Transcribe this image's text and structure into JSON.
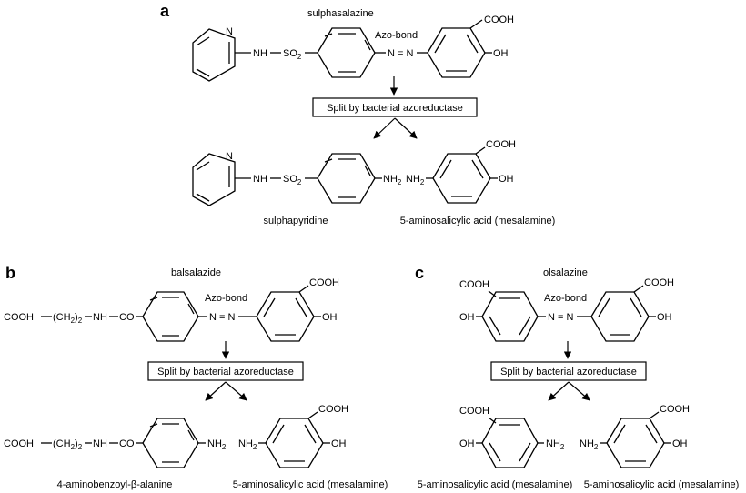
{
  "panel_a": {
    "label": "a",
    "title": "sulphasalazine",
    "azo_label": "Azo-bond",
    "split_text": "Split by bacterial azoreductase",
    "product1_name": "sulphapyridine",
    "product2_name": "5-aminosalicylic acid (mesalamine)"
  },
  "panel_b": {
    "label": "b",
    "title": "balsalazide",
    "azo_label": "Azo-bond",
    "split_text": "Split by bacterial azoreductase",
    "product1_name": "4-aminobenzoyl-β-alanine",
    "product2_name": "5-aminosalicylic acid (mesalamine)"
  },
  "panel_c": {
    "label": "c",
    "title": "olsalazine",
    "azo_label": "Azo-bond",
    "split_text": "Split by bacterial azoreductase",
    "product1_name": "5-aminosalicylic acid (mesalamine)",
    "product2_name": "5-aminosalicylic acid (mesalamine)"
  },
  "groups": {
    "ring_n": "N",
    "nh": "NH",
    "so": "SO",
    "so_sub": "2",
    "azo": "N = N",
    "cooh": "COOH",
    "oh": "OH",
    "nh2": "NH",
    "nh2_sub": "2",
    "cooh_chain": "COOH",
    "ch2": "(CH",
    "ch2_sub": "2",
    "ch2_close": ")",
    "ch2_count": "2",
    "co": "CO"
  }
}
